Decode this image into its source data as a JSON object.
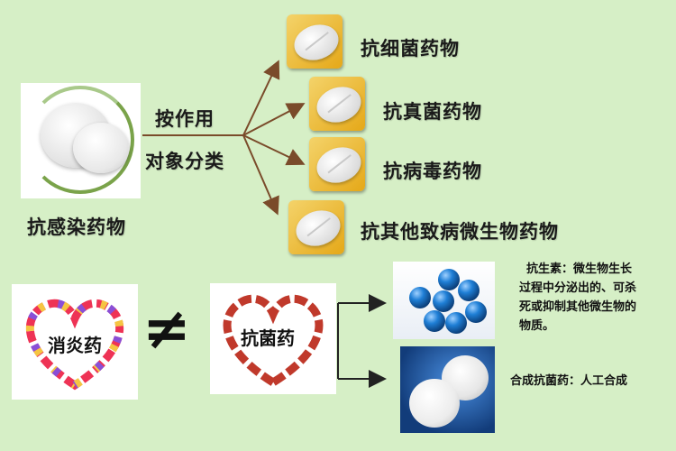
{
  "top": {
    "main_label": "抗感染药物",
    "criteria_line1": "按作用",
    "criteria_line2": "对象分类",
    "categories": [
      {
        "label": "抗细菌药物"
      },
      {
        "label": "抗真菌药物"
      },
      {
        "label": "抗病毒药物"
      },
      {
        "label": "抗其他致病微生物药物"
      }
    ]
  },
  "bottom": {
    "heart1_label": "消炎药",
    "not_equal": "≠",
    "heart2_label": "抗菌药",
    "antibiotic_text": [
      "抗生素：微生物生长",
      "过程中分泌出的、可杀",
      "死或抑制其他微生物的",
      "物质。"
    ],
    "synthetic_text": "合成抗菌药：人工合成"
  },
  "colors": {
    "background": "#d6efc6",
    "arrow": "#7a4b2a",
    "black_arrow": "#222222",
    "heart": "#c0392b"
  }
}
